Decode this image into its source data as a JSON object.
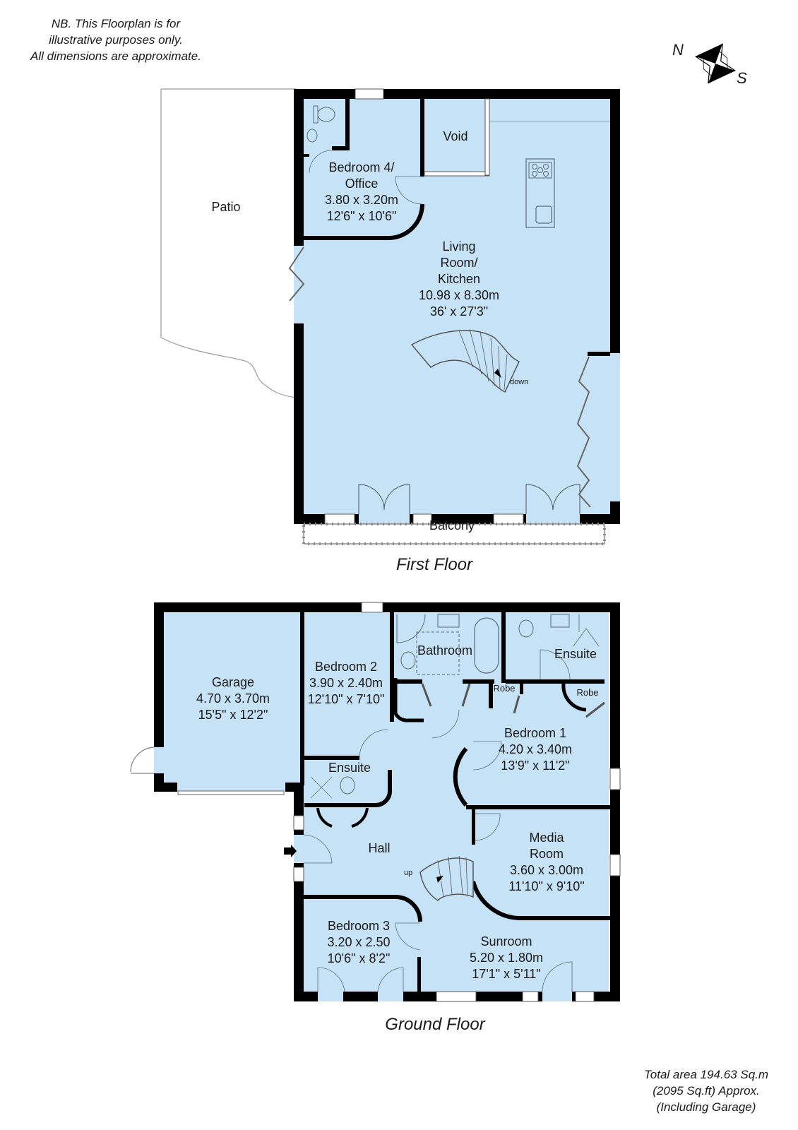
{
  "disclaimer": {
    "line1": "NB. This Floorplan is for",
    "line2": "illustrative purposes only.",
    "line3": "All dimensions are approximate."
  },
  "compass": {
    "north": "N",
    "south": "S"
  },
  "first_floor": {
    "title": "First Floor",
    "rooms": {
      "patio": {
        "name": "Patio"
      },
      "void": {
        "name": "Void"
      },
      "bedroom4": {
        "name_line1": "Bedroom 4/",
        "name_line2": "Office",
        "metric": "3.80 x 3.20m",
        "imperial": "12'6\" x 10'6\""
      },
      "living": {
        "name_line1": "Living",
        "name_line2": "Room/",
        "name_line3": "Kitchen",
        "metric": "10.98 x 8.30m",
        "imperial": "36' x 27'3\""
      },
      "balcony": {
        "name": "Balcony"
      }
    },
    "stairs_label": "down"
  },
  "ground_floor": {
    "title": "Ground Floor",
    "rooms": {
      "garage": {
        "name": "Garage",
        "metric": "4.70 x 3.70m",
        "imperial": "15'5\" x 12'2\""
      },
      "bedroom2": {
        "name": "Bedroom 2",
        "metric": "3.90 x 2.40m",
        "imperial": "12'10\" x 7'10\""
      },
      "bathroom": {
        "name": "Bathroom"
      },
      "ensuite1": {
        "name": "Ensuite"
      },
      "ensuite2": {
        "name": "Ensuite"
      },
      "robe1": {
        "name": "Robe"
      },
      "robe2": {
        "name": "Robe"
      },
      "bedroom1": {
        "name": "Bedroom 1",
        "metric": "4.20 x 3.40m",
        "imperial": "13'9\" x 11'2\""
      },
      "hall": {
        "name": "Hall"
      },
      "media": {
        "name_line1": "Media",
        "name_line2": "Room",
        "metric": "3.60 x 3.00m",
        "imperial": "11'10\" x 9'10\""
      },
      "bedroom3": {
        "name": "Bedroom 3",
        "metric": "3.20 x 2.50",
        "imperial": "10'6\" x 8'2\""
      },
      "sunroom": {
        "name": "Sunroom",
        "metric": "5.20 x 1.80m",
        "imperial": "17'1\" x 5'11\""
      }
    },
    "stairs_label": "up"
  },
  "total_area": {
    "line1": "Total area 194.63 Sq.m",
    "line2": "(2095 Sq.ft) Approx.",
    "line3": "(Including Garage)"
  },
  "colors": {
    "room_fill": "#c6e2f7",
    "wall": "#000000",
    "fixture": "#5a6b7a"
  }
}
